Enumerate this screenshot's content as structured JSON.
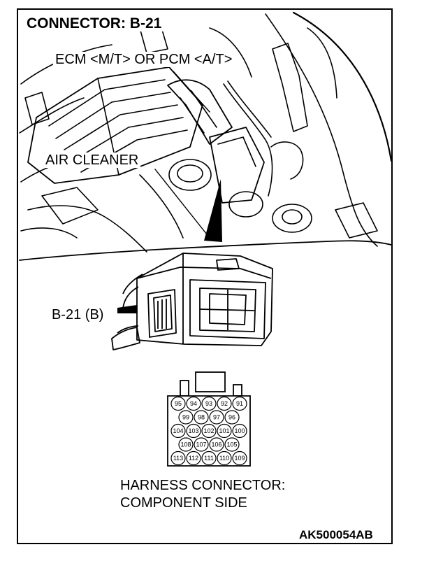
{
  "title": "CONNECTOR: B-21",
  "labels": {
    "ecm": "ECM <M/T> OR PCM <A/T>",
    "air_cleaner": "AIR CLEANER",
    "connector_callout": "B-21 (B)",
    "harness_line1": "HARNESS CONNECTOR:",
    "harness_line2": "COMPONENT SIDE",
    "figure_code": "AK500054AB"
  },
  "pins": {
    "row1": [
      "95",
      "94",
      "93",
      "92",
      "91"
    ],
    "row2": [
      "99",
      "98",
      "97",
      "96"
    ],
    "row3": [
      "104",
      "103",
      "102",
      "101",
      "100"
    ],
    "row4": [
      "108",
      "107",
      "106",
      "105"
    ],
    "row5": [
      "113",
      "112",
      "111",
      "110",
      "109"
    ]
  }
}
